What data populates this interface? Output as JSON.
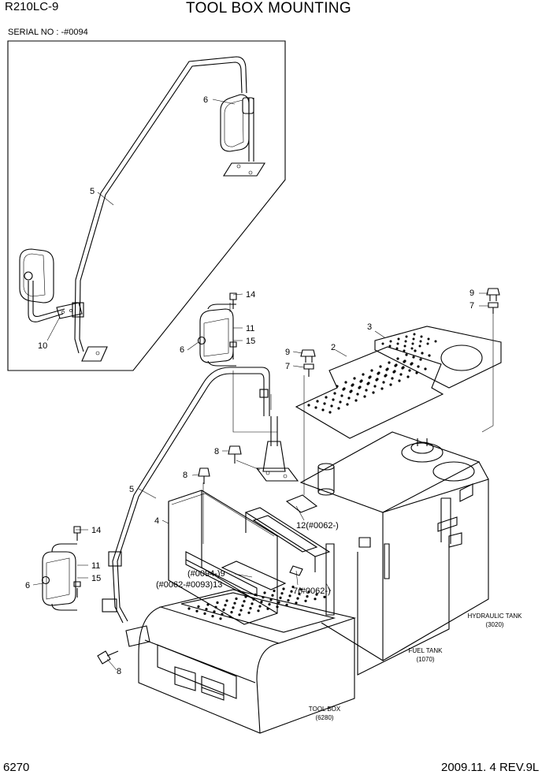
{
  "header": {
    "model": "R210LC-9",
    "title": "TOOL BOX MOUNTING",
    "serial_note": "SERIAL NO : -#0094"
  },
  "footer": {
    "page_number": "6270",
    "date_revision": "2009.11. 4  REV.9L"
  },
  "callouts": {
    "n2": "2",
    "n3": "3",
    "n4": "4",
    "n5_top": "5",
    "n5_bottom": "5",
    "n6_top": "6",
    "n6_mid": "6",
    "n6_bottom": "6",
    "n7_right": "7",
    "n7_mid": "7",
    "n8_mid": "8",
    "n8_left": "8",
    "n8_bottom": "8",
    "n9_right": "9",
    "n9_mid": "9",
    "n10": "10",
    "n11_mid": "11",
    "n11_bottom": "11",
    "n12": "12(#0062-)",
    "n14_mid": "14",
    "n14_bottom": "14",
    "n15_mid": "15",
    "n15_bottom": "15",
    "n9_serial": "(#0094-)9",
    "n13_serial": "(#0062-#0093)13",
    "n7_serial": "7(#0062-)"
  },
  "references": {
    "hydraulic_tank": "HYDRAULIC TANK",
    "hydraulic_tank_ref": "(3020)",
    "fuel_tank": "FUEL TANK",
    "fuel_tank_ref": "(1070)",
    "tool_box": "TOOL BOX",
    "tool_box_ref": "(6280)"
  }
}
